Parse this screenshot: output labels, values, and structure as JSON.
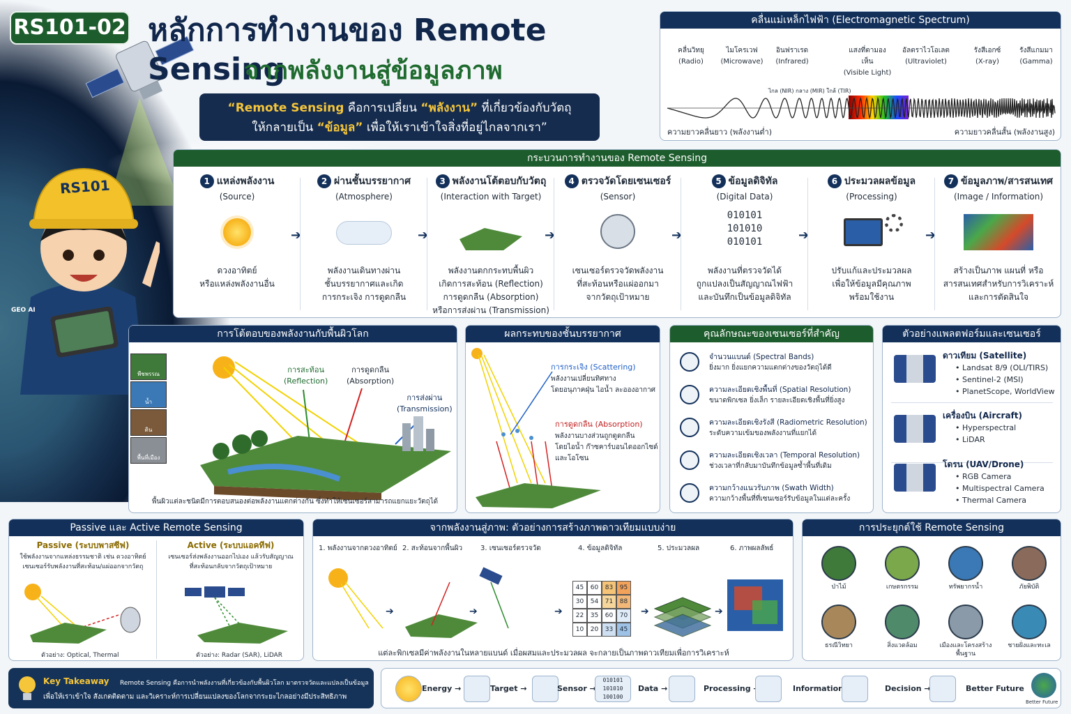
{
  "header": {
    "code": "RS101-02",
    "title_line1": "หลักการทำงานของ Remote Sensing",
    "title_line2": "จากพลังงานสู่ข้อมูลภาพ",
    "quote_part1": "“Remote Sensing",
    "quote_part2": " คือการเปลี่ยน ",
    "quote_part3": "“พลังงาน”",
    "quote_part4": " ที่เกี่ยวข้องกับวัตถุ",
    "quote_part5": "ให้กลายเป็น ",
    "quote_part6": "“ข้อมูล”",
    "quote_part7": " เพื่อให้เราเข้าใจสิ่งที่อยู่ไกลจากเรา”",
    "helmet_text": "RS101",
    "badge_text": "GEO AI"
  },
  "spectrum": {
    "title": "คลื่นแม่เหล็กไฟฟ้า (Electromagnetic Spectrum)",
    "bands": [
      {
        "th": "คลื่นวิทยุ",
        "en": "(Radio)"
      },
      {
        "th": "ไมโครเวฟ",
        "en": "(Microwave)"
      },
      {
        "th": "อินฟราเรด",
        "en": "(Infrared)"
      },
      {
        "th": "แสงที่ตามองเห็น",
        "en": "(Visible Light)"
      },
      {
        "th": "อัลตราไวโอเลต",
        "en": "(Ultraviolet)"
      },
      {
        "th": "รังสีเอกซ์",
        "en": "(X-ray)"
      },
      {
        "th": "รังสีแกมมา",
        "en": "(Gamma)"
      }
    ],
    "ir_sub": "ไกล (NIR)  กลาง (MIR)  ใกล้ (TIR)",
    "left_caption": "ความยาวคลื่นยาว (พลังงานต่ำ)",
    "right_caption": "ความยาวคลื่นสั้น (พลังงานสูง)"
  },
  "process": {
    "title": "กระบวนการทำงานของ Remote Sensing",
    "steps": [
      {
        "n": "1",
        "title": "แหล่งพลังงาน",
        "sub": "(Source)",
        "desc1": "ดวงอาทิตย์",
        "desc2": "หรือแหล่งพลังงานอื่น",
        "desc3": "",
        "desc4": ""
      },
      {
        "n": "2",
        "title": "ผ่านชั้นบรรยากาศ",
        "sub": "(Atmosphere)",
        "desc1": "พลังงานเดินทางผ่าน",
        "desc2": "ชั้นบรรยากาศและเกิด",
        "desc3": "การกระเจิง การดูดกลืน",
        "desc4": ""
      },
      {
        "n": "3",
        "title": "พลังงานโต้ตอบกับวัตถุ",
        "sub": "(Interaction with Target)",
        "desc1": "พลังงานตกกระทบพื้นผิว",
        "desc2": "เกิดการสะท้อน (Reflection)",
        "desc3": "การดูดกลืน (Absorption)",
        "desc4": "หรือการส่งผ่าน (Transmission)"
      },
      {
        "n": "4",
        "title": "ตรวจวัดโดยเซนเซอร์",
        "sub": "(Sensor)",
        "desc1": "เซนเซอร์ตรวจวัดพลังงาน",
        "desc2": "ที่สะท้อนหรือแผ่ออกมา",
        "desc3": "จากวัตถุเป้าหมาย",
        "desc4": ""
      },
      {
        "n": "5",
        "title": "ข้อมูลดิจิทัล",
        "sub": "(Digital Data)",
        "desc1": "พลังงานที่ตรวจวัดได้",
        "desc2": "ถูกแปลงเป็นสัญญาณไฟฟ้า",
        "desc3": "และบันทึกเป็นข้อมูลดิจิทัล",
        "desc4": ""
      },
      {
        "n": "6",
        "title": "ประมวลผลข้อมูล",
        "sub": "(Processing)",
        "desc1": "ปรับแก้และประมวลผล",
        "desc2": "เพื่อให้ข้อมูลมีคุณภาพ",
        "desc3": "พร้อมใช้งาน",
        "desc4": ""
      },
      {
        "n": "7",
        "title": "ข้อมูลภาพ/สารสนเทศ",
        "sub": "(Image / Information)",
        "desc1": "สร้างเป็นภาพ แผนที่ หรือ",
        "desc2": "สารสนเทศสำหรับการวิเคราะห์",
        "desc3": "และการตัดสินใจ",
        "desc4": ""
      }
    ],
    "binary": [
      "010101",
      "101010",
      "010101"
    ]
  },
  "interaction": {
    "title": "การโต้ตอบของพลังงานกับพื้นผิวโลก",
    "reflection": "การสะท้อน",
    "reflection_en": "(Reflection)",
    "absorption": "การดูดกลืน",
    "absorption_en": "(Absorption)",
    "transmission": "การส่งผ่าน",
    "transmission_en": "(Transmission)",
    "thumbs": [
      "พืชพรรณ",
      "น้ำ",
      "ดิน",
      "พื้นที่เมือง"
    ],
    "caption": "พื้นผิวแต่ละชนิดมีการตอบสนองต่อพลังงานแตกต่างกัน ซึ่งทำให้เซนเซอร์สามารถแยกแยะวัตถุได้"
  },
  "atmosphere": {
    "title": "ผลกระทบของชั้นบรรยากาศ",
    "scattering": "การกระเจิง (Scattering)",
    "scattering_desc1": "พลังงานเปลี่ยนทิศทาง",
    "scattering_desc2": "โดยอนุภาคฝุ่น ไอน้ำ ละอองอากาศ",
    "absorption": "การดูดกลืน (Absorption)",
    "absorption_desc1": "พลังงานบางส่วนถูกดูดกลืน",
    "absorption_desc2": "โดยไอน้ำ ก๊าซคาร์บอนไดออกไซด์",
    "absorption_desc3": "และโอโซน"
  },
  "sensor_props": {
    "title": "คุณลักษณะของเซนเซอร์ที่สำคัญ",
    "items": [
      {
        "title": "จำนวนแบนด์ (Spectral Bands)",
        "desc": "ยิ่งมาก ยิ่งแยกความแตกต่างของวัตถุได้ดี"
      },
      {
        "title": "ความละเอียดเชิงพื้นที่ (Spatial Resolution)",
        "desc": "ขนาดพิกเซล ยิ่งเล็ก รายละเอียดเชิงพื้นที่ยิ่งสูง"
      },
      {
        "title": "ความละเอียดเชิงรังสี (Radiometric Resolution)",
        "desc": "ระดับความเข้มของพลังงานที่แยกได้"
      },
      {
        "title": "ความละเอียดเชิงเวลา (Temporal Resolution)",
        "desc": "ช่วงเวลาที่กลับมาบันทึกข้อมูลซ้ำพื้นที่เดิม"
      },
      {
        "title": "ความกว้างแนวรับภาพ (Swath Width)",
        "desc": "ความกว้างพื้นที่ที่เซนเซอร์รับข้อมูลในแต่ละครั้ง"
      }
    ]
  },
  "platforms": {
    "title": "ตัวอย่างแพลตฟอร์มและเซนเซอร์",
    "groups": [
      {
        "name": "ดาวเทียม (Satellite)",
        "items": [
          "Landsat 8/9 (OLI/TIRS)",
          "Sentinel-2 (MSI)",
          "PlanetScope, WorldView"
        ]
      },
      {
        "name": "เครื่องบิน (Aircraft)",
        "items": [
          "Hyperspectral",
          "LiDAR"
        ]
      },
      {
        "name": "โดรน (UAV/Drone)",
        "items": [
          "RGB Camera",
          "Multispectral Camera",
          "Thermal Camera"
        ]
      }
    ]
  },
  "passive_active": {
    "title": "Passive และ Active Remote Sensing",
    "passive_title": "Passive (ระบบพาสซีฟ)",
    "passive_desc1": "ใช้พลังงานจากแหล่งธรรมชาติ เช่น ดวงอาทิตย์",
    "passive_desc2": "เซนเซอร์รับพลังงานที่สะท้อน/แผ่ออกจากวัตถุ",
    "passive_example": "ตัวอย่าง: Optical, Thermal",
    "active_title": "Active (ระบบแอคทีฟ)",
    "active_desc1": "เซนเซอร์ส่งพลังงานออกไปเอง แล้วรับสัญญาณ",
    "active_desc2": "ที่สะท้อนกลับจากวัตถุเป้าหมาย",
    "active_example": "ตัวอย่าง: Radar (SAR), LiDAR"
  },
  "pipeline": {
    "title": "จากพลังงานสู่ภาพ: ตัวอย่างการสร้างภาพดาวเทียมแบบง่าย",
    "steps": [
      "1. พลังงานจากดวงอาทิตย์",
      "2. สะท้อนจากพื้นผิว",
      "3. เซนเซอร์ตรวจวัด",
      "4. ข้อมูลดิจิทัล",
      "5. ประมวลผล",
      "6. ภาพผลลัพธ์"
    ],
    "grid": [
      [
        "45",
        "60",
        "83",
        "95"
      ],
      [
        "30",
        "54",
        "71",
        "88"
      ],
      [
        "22",
        "35",
        "60",
        "70"
      ],
      [
        "10",
        "20",
        "33",
        "45"
      ]
    ],
    "caption": "แต่ละพิกเซลมีค่าพลังงานในหลายแบนด์ เมื่อผสมและประมวลผล จะกลายเป็นภาพดาวเทียมเพื่อการวิเคราะห์"
  },
  "applications": {
    "title": "การประยุกต์ใช้ Remote Sensing",
    "items": [
      "ป่าไม้",
      "เกษตรกรรม",
      "ทรัพยากรน้ำ",
      "ภัยพิบัติ",
      "ธรณีวิทยา",
      "สิ่งแวดล้อม",
      "เมืองและโครงสร้างพื้นฐาน",
      "ชายฝั่งและทะเล"
    ]
  },
  "takeaway": {
    "label": "Key Takeaway",
    "text1": "Remote Sensing คือการนำพลังงานที่เกี่ยวข้องกับพื้นผิวโลก มาตรวจวัดและแปลงเป็นข้อมูล",
    "text2": "เพื่อให้เราเข้าใจ สังเกตติดตาม และวิเคราะห์การเปลี่ยนแปลงของโลกจากระยะไกลอย่างมีประสิทธิภาพ"
  },
  "flow": {
    "items": [
      "Energy",
      "Target",
      "Sensor",
      "Data",
      "Processing",
      "Information",
      "Decision",
      "Better Future"
    ],
    "binary": [
      "010101",
      "101010",
      "100100"
    ],
    "globe_text": "Better Future"
  },
  "colors": {
    "navy": "#13305a",
    "green": "#1d5c2c",
    "yellow": "#f6c63a"
  }
}
